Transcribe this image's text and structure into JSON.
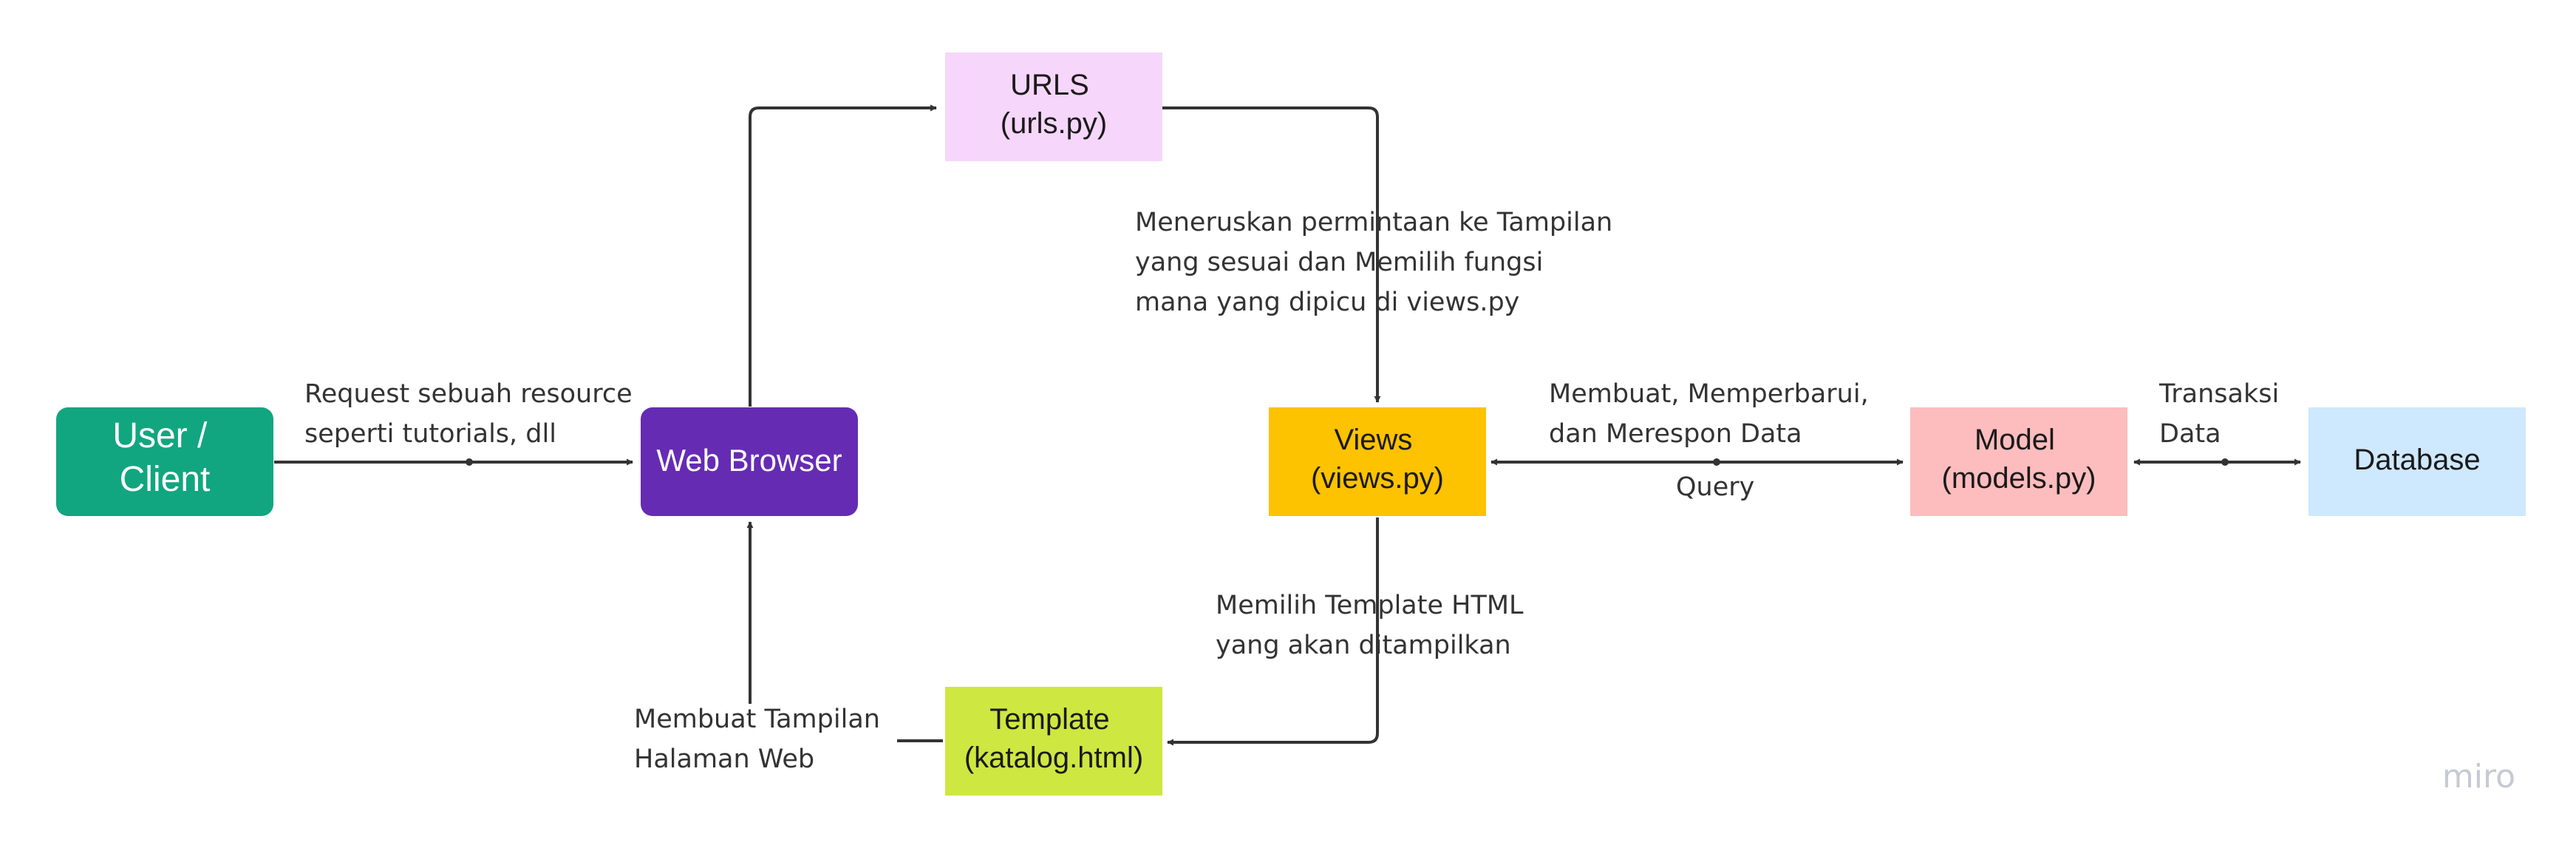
{
  "nodes": {
    "user_client": {
      "lines": [
        "User /",
        "Client"
      ],
      "fill": "#11a680",
      "text_color": "#ffffff"
    },
    "web_browser": {
      "lines": [
        "Web Browser"
      ],
      "fill": "#652cb3",
      "text_color": "#ffffff"
    },
    "urls": {
      "lines": [
        "URLS",
        "(urls.py)"
      ],
      "fill": "#f6d6fb",
      "text_color": "#1a1a1a"
    },
    "views": {
      "lines": [
        "Views",
        "(views.py)"
      ],
      "fill": "#fdc200",
      "text_color": "#1a1a1a"
    },
    "model": {
      "lines": [
        "Model",
        "(models.py)"
      ],
      "fill": "#fdbcbd",
      "text_color": "#1a1a1a"
    },
    "database": {
      "lines": [
        "Database"
      ],
      "fill": "#cee8fe",
      "text_color": "#1a1a1a"
    },
    "template": {
      "lines": [
        "Template",
        "(katalog.html)"
      ],
      "fill": "#cee741",
      "text_color": "#1a1a1a"
    }
  },
  "edge_labels": {
    "request": [
      "Request sebuah resource",
      "seperti tutorials, dll"
    ],
    "urls_to_views": [
      "Meneruskan permintaan ke Tampilan",
      "yang sesuai dan Memilih fungsi",
      "mana yang dipicu di views.py"
    ],
    "views_model": [
      "Membuat, Memperbarui,",
      "dan Merespon Data"
    ],
    "query": [
      "Query"
    ],
    "transaksi": [
      "Transaksi",
      "Data"
    ],
    "views_template": [
      "Memilih Template HTML",
      "yang akan ditampilkan"
    ],
    "template_browser": [
      "Membuat Tampilan",
      "Halaman Web"
    ]
  },
  "logo": "miro",
  "colors": {
    "connector": "#333333",
    "background": "#ffffff"
  }
}
